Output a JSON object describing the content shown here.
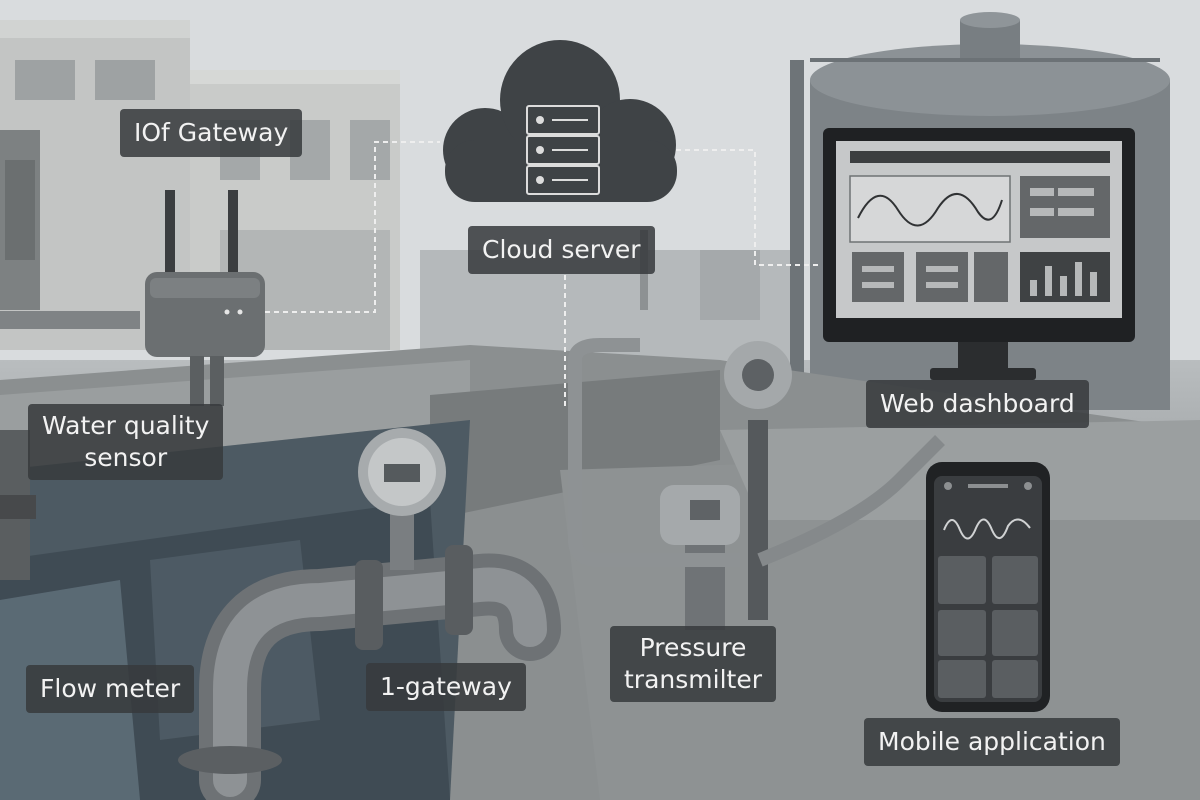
{
  "labels": {
    "iot_gateway": "IOf Gateway",
    "cloud_server": "Cloud server",
    "water_quality_line1": "Water quality",
    "water_quality_line2": "sensor",
    "web_dashboard": "Web dashboard",
    "flow_meter": "Flow meter",
    "one_gateway": "1-gateway",
    "pressure_line1": "Pressure",
    "pressure_line2": "transmilter",
    "mobile_application": "Mobile application"
  },
  "colors": {
    "label_bg": "#373a3d",
    "label_text": "#f2f2f2",
    "cloud": "#3f4346",
    "connector": "#eeeeee"
  },
  "icons": [
    "cloud-server-icon",
    "monitor-icon",
    "smartphone-icon",
    "antenna-icon",
    "pressure-gauge-icon"
  ]
}
